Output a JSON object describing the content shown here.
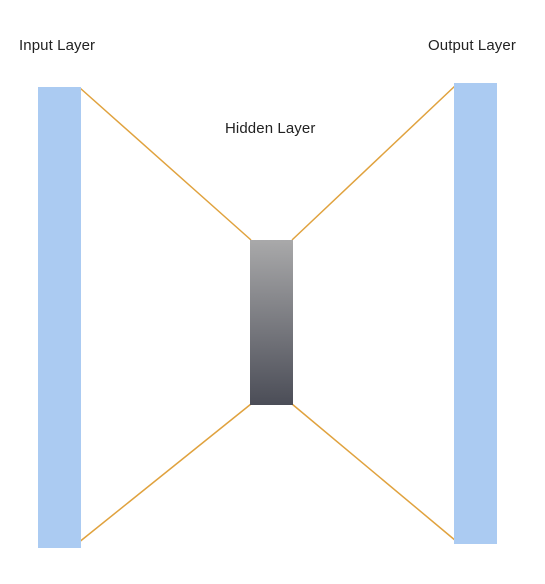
{
  "labels": {
    "input": "Input Layer",
    "hidden": "Hidden Layer",
    "output": "Output Layer"
  },
  "colors": {
    "layer_fill": "#abcbf2",
    "connection": "#e0a23e",
    "hidden_top": "#a9a9aa",
    "hidden_bottom": "#4b4d57"
  }
}
